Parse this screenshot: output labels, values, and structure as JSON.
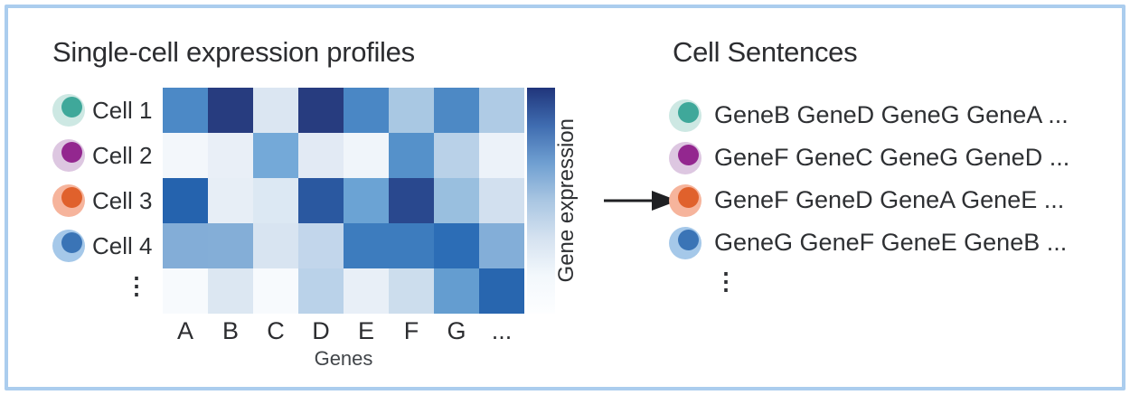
{
  "frame": {
    "border_color": "#abcdee",
    "background": "#ffffff"
  },
  "left_panel": {
    "title": "Single-cell expression profiles",
    "cells": [
      {
        "label": "Cell 1",
        "dot_inner": "#3fa89a",
        "dot_outer": "#cde8e3"
      },
      {
        "label": "Cell 2",
        "dot_inner": "#93278f",
        "dot_outer": "#ddc7e1"
      },
      {
        "label": "Cell 3",
        "dot_inner": "#e0612c",
        "dot_outer": "#f6b49c"
      },
      {
        "label": "Cell 4",
        "dot_inner": "#3a74b6",
        "dot_outer": "#a5c8e9"
      }
    ],
    "ellipsis": "⋮"
  },
  "arrow": {
    "color": "#1f2023"
  },
  "right_panel": {
    "title": "Cell Sentences",
    "sentences": [
      {
        "text": "GeneB GeneD GeneG GeneA ...",
        "dot_inner": "#3fa89a",
        "dot_outer": "#cde8e3"
      },
      {
        "text": "GeneF GeneC GeneG GeneD ...",
        "dot_inner": "#93278f",
        "dot_outer": "#ddc7e1"
      },
      {
        "text": "GeneF GeneD GeneA GeneE ...",
        "dot_inner": "#e0612c",
        "dot_outer": "#f6b49c"
      },
      {
        "text": "GeneG GeneF GeneE GeneB ...",
        "dot_inner": "#3a74b6",
        "dot_outer": "#a5c8e9"
      }
    ],
    "ellipsis": "⋮"
  },
  "chart_data": {
    "type": "heatmap",
    "title": "Single-cell expression profiles",
    "xlabel": "Genes",
    "colorbar_label": "Gene expression",
    "columns": [
      "A",
      "B",
      "C",
      "D",
      "E",
      "F",
      "G",
      "..."
    ],
    "row_labels": [
      "Cell 1",
      "Cell 2",
      "Cell 3",
      "Cell 4",
      "⋮"
    ],
    "values": [
      [
        0.62,
        0.97,
        0.12,
        0.97,
        0.62,
        0.32,
        0.62,
        0.3
      ],
      [
        0.03,
        0.07,
        0.45,
        0.1,
        0.04,
        0.55,
        0.27,
        0.06
      ],
      [
        0.78,
        0.08,
        0.12,
        0.76,
        0.48,
        0.85,
        0.38,
        0.15
      ],
      [
        0.4,
        0.4,
        0.13,
        0.22,
        0.65,
        0.65,
        0.75,
        0.4
      ],
      [
        0.02,
        0.12,
        0.02,
        0.28,
        0.08,
        0.18,
        0.5,
        0.78
      ]
    ],
    "cell_colors": [
      [
        "#4c89c6",
        "#273c7f",
        "#dbe6f2",
        "#273c7f",
        "#4a87c5",
        "#a9c8e3",
        "#4d89c5",
        "#afcbe5"
      ],
      [
        "#f3f7fb",
        "#e9eff7",
        "#74a9d8",
        "#e2eaf4",
        "#f0f5fa",
        "#5591ca",
        "#b9d1e8",
        "#ecf2f9"
      ],
      [
        "#2563ae",
        "#e7eef6",
        "#dce8f3",
        "#2a58a0",
        "#6ba3d4",
        "#29488e",
        "#99bfdf",
        "#d2e0ef"
      ],
      [
        "#83add7",
        "#84aed7",
        "#d8e4f1",
        "#c2d6eb",
        "#3d7cbe",
        "#3d7cbe",
        "#2c6db6",
        "#83aed8"
      ],
      [
        "#f7fafd",
        "#dce7f2",
        "#f7fafd",
        "#bad2e9",
        "#e8eff7",
        "#ccdded",
        "#649dd0",
        "#2866af"
      ]
    ],
    "colorbar_stops": [
      "#20357b",
      "#3f6cb0",
      "#6f9fd1",
      "#a9c6e2",
      "#d5e2f0",
      "#f3f8fc",
      "#fdfeff"
    ],
    "legend_position": "right",
    "grid": false
  }
}
